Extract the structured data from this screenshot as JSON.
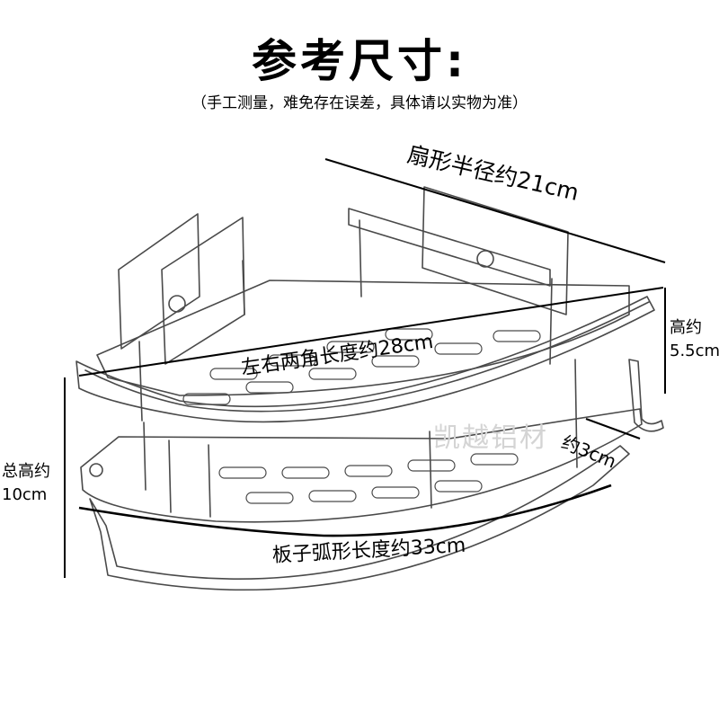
{
  "heading": {
    "title": "参考尺寸:",
    "subtitle": "（手工测量，难免存在误差，具体请以实物为准）"
  },
  "dimensions": {
    "radius": "扇形半径约21cm",
    "corner_length": "左右两角长度约28cm",
    "shelf_height": {
      "line1": "高约",
      "line2": "5.5cm"
    },
    "total_height": {
      "line1": "总高约",
      "line2": "10cm"
    },
    "hook": "约3cm",
    "arc_length": "板子弧形长度约33cm"
  },
  "watermark": "凯越铝材",
  "colors": {
    "line": "#000000",
    "drawing": "#4a4a4a",
    "watermark": "#d4d4d4"
  }
}
